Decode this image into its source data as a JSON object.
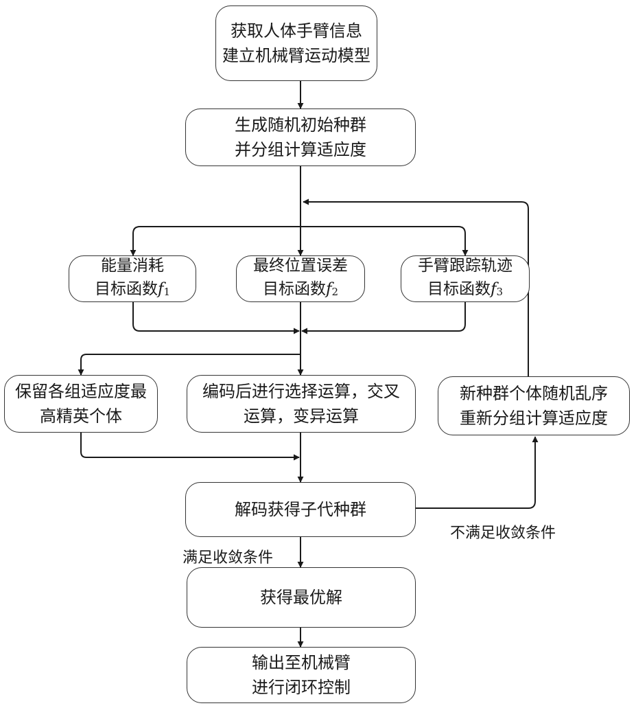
{
  "nodes": {
    "acquire": {
      "line1": "获取人体手臂信息",
      "line2": "建立机械臂运动模型"
    },
    "init": {
      "line1": "生成随机初始种群",
      "line2": "并分组计算适应度"
    },
    "obj1": {
      "line1": "能量消耗",
      "line2": "目标函数",
      "fn": "f",
      "sub": "1"
    },
    "obj2": {
      "line1": "最终位置误差",
      "line2": "目标函数",
      "fn": "f",
      "sub": "2"
    },
    "obj3": {
      "line1": "手臂跟踪轨迹",
      "line2": "目标函数",
      "fn": "f",
      "sub": "3"
    },
    "elite": {
      "line1": "保留各组适应度最",
      "line2": "高精英个体"
    },
    "ga": {
      "line1": "编码后进行选择运算，交叉",
      "line2": "运算，变异运算"
    },
    "shuffle": {
      "line1": "新种群个体随机乱序",
      "line2": "重新分组计算适应度"
    },
    "decode": {
      "line1": "解码获得子代种群"
    },
    "optimal": {
      "line1": "获得最优解"
    },
    "output": {
      "line1": "输出至机械臂",
      "line2": "进行闭环控制"
    }
  },
  "labels": {
    "not_converged": "不满足收敛条件",
    "converged": "满足收敛条件"
  }
}
